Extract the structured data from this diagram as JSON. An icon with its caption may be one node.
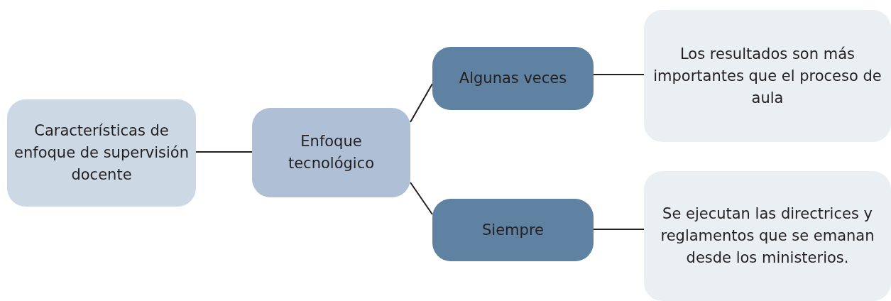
{
  "diagram": {
    "nodes": [
      {
        "text": [
          "Características de enfoque de supervisión docente"
        ]
      },
      {
        "text": [
          "Enfoque tecnológico"
        ]
      },
      {
        "text": [
          "Algunas veces"
        ]
      },
      {
        "text": [
          "Los resultados son más importantes que el proceso de aula"
        ]
      },
      {
        "text": [
          "Siempre"
        ]
      },
      {
        "text": [
          "Se ejecutan las directrices y reglamentos que se emanan desde los ministerios."
        ]
      }
    ],
    "edges": [
      {
        "from": 0,
        "to": 1,
        "arrow": "none"
      },
      {
        "from": 1,
        "to": 2,
        "arrow": "none"
      },
      {
        "from": 2,
        "to": 3,
        "arrow": "none"
      },
      {
        "from": 1,
        "to": 4,
        "arrow": "none"
      },
      {
        "from": 4,
        "to": 5,
        "arrow": "none"
      }
    ]
  }
}
